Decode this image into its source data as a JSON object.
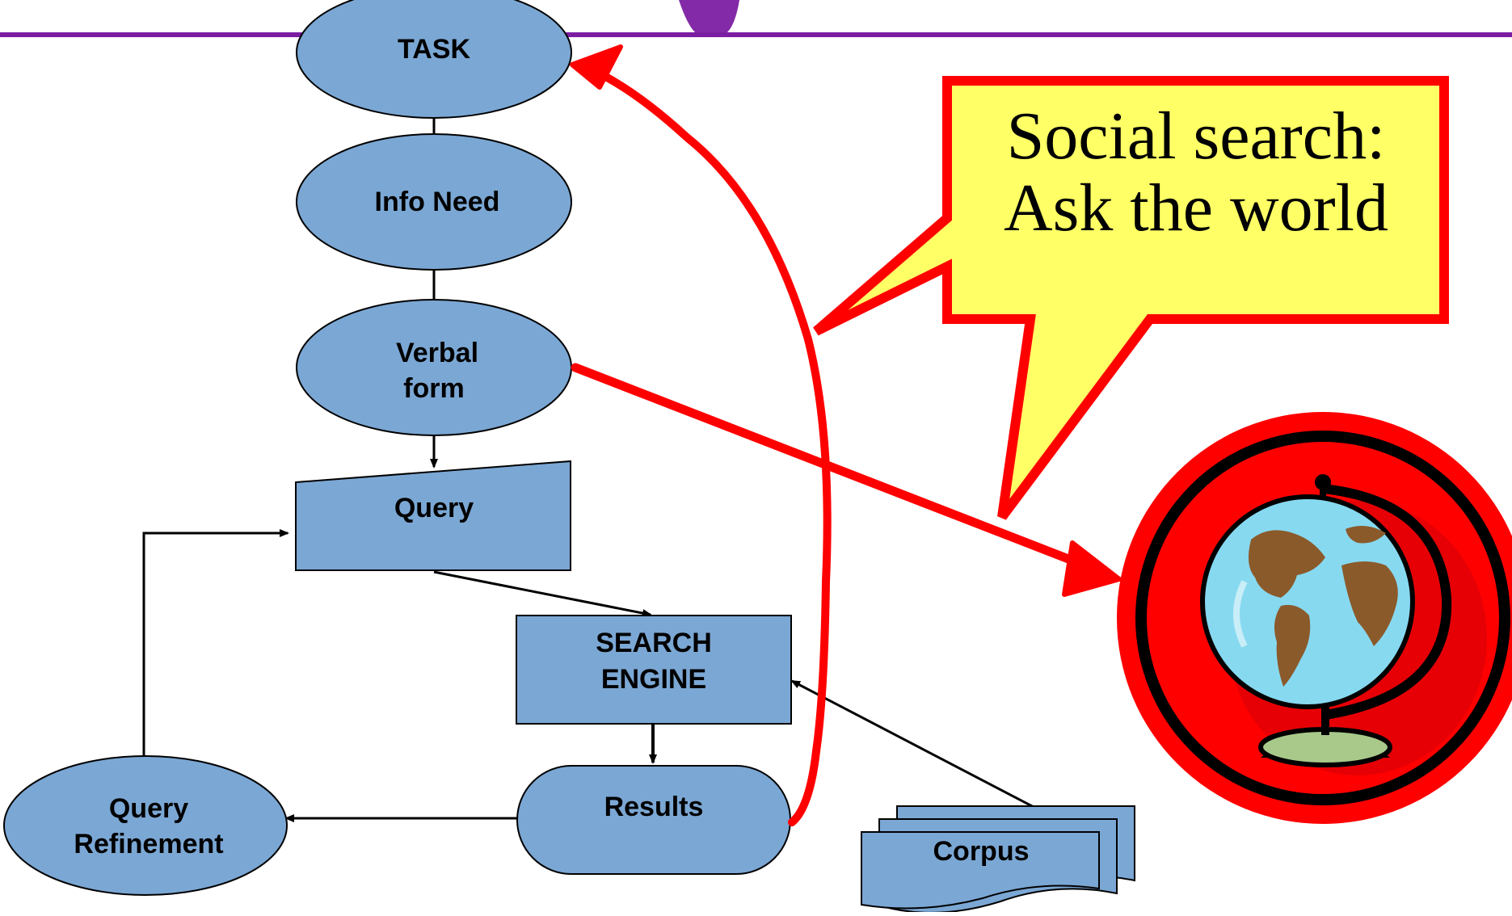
{
  "diagram": {
    "nodes": {
      "task": "TASK",
      "info_need": "Info Need",
      "verbal_form": [
        "Verbal",
        "form"
      ],
      "query": "Query",
      "search_engine": [
        "SEARCH",
        "ENGINE"
      ],
      "results": "Results",
      "query_refinement": [
        "Query",
        "Refinement"
      ],
      "corpus": "Corpus"
    },
    "callout": {
      "lines": [
        "Social search:",
        "Ask the world"
      ]
    },
    "icons": {
      "globe": "globe-icon"
    },
    "colors": {
      "title_rule": "#7B1FA2",
      "node_fill": "#7BA7D4",
      "highlight_red": "#FF0000",
      "callout_fill": "#FFFF66",
      "globe_ocean": "#87D9F0",
      "globe_land": "#8B5A2B"
    }
  }
}
